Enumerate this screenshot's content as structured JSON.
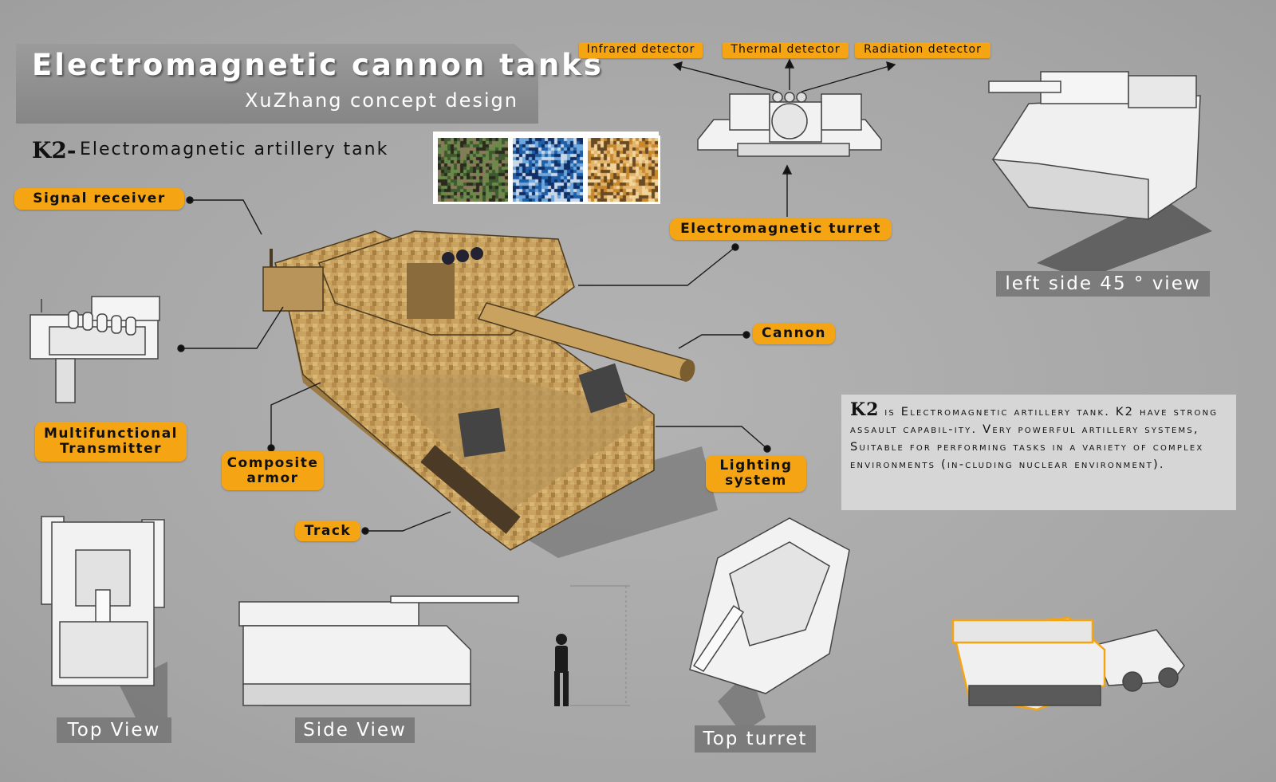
{
  "header": {
    "title": "Electromagnetic cannon tanks",
    "subtitle": "XuZhang concept design"
  },
  "model": {
    "code": "K2-",
    "name": "Electromagnetic artillery tank"
  },
  "camouflage": {
    "swatches": [
      {
        "colors": [
          "#3e5a2e",
          "#6b8a4a",
          "#2a2a1e",
          "#8a7a5a"
        ]
      },
      {
        "colors": [
          "#1e5fa8",
          "#6fa6dc",
          "#c9d8e8",
          "#0f2f66"
        ]
      },
      {
        "colors": [
          "#c8892e",
          "#e3b46a",
          "#6a4a22",
          "#f0d49a"
        ]
      }
    ]
  },
  "labels": {
    "signal_receiver": "Signal receiver",
    "multifunctional_transmitter": "Multifunctional\nTransmitter",
    "composite_armor": "Composite\narmor",
    "track": "Track",
    "cannon": "Cannon",
    "lighting_system": "Lighting\nsystem",
    "electromagnetic_turret": "Electromagnetic turret",
    "infrared_detector": "Infrared detector",
    "thermal_detector": "Thermal detector",
    "radiation_detector": "Radiation detector"
  },
  "views": {
    "left_side": "left side 45 ° view",
    "top_view": "Top View",
    "side_view": "Side View",
    "top_turret": "Top turret"
  },
  "description": {
    "code": "K2",
    "text": " is Electromagnetic artillery tank. K2 have strong assault capabil-ity. Very powerful artillery systems, Suitable for performing tasks in a variety of complex environments (in-cluding nuclear environment)."
  },
  "colors": {
    "label_orange": "#f5a514",
    "background": "#a9a9a9",
    "tank_tan": "#c9a25f",
    "caption_gray": "#7c7c7c"
  }
}
